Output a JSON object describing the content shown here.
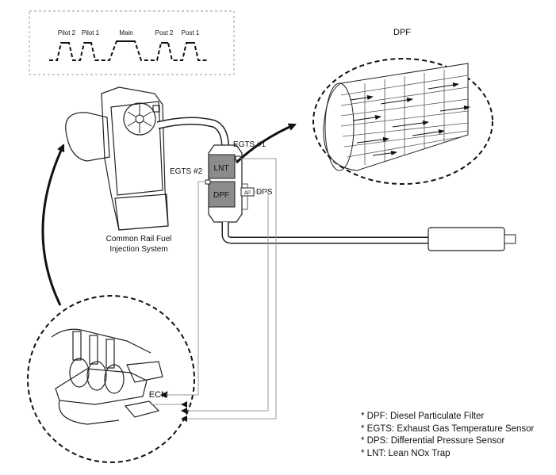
{
  "injection_pulses": [
    "Pilot 2",
    "Pilot 1",
    "Main",
    "Post 2",
    "Post 1"
  ],
  "labels": {
    "dpf_zoom": "DPF",
    "egts1": "EGTS #1",
    "egts2": "EGTS #2",
    "lnt": "LNT",
    "dpf": "DPF",
    "delta_p": "ΔP",
    "dps": "DPS",
    "engine_line1": "Common Rail Fuel",
    "engine_line2": "Injection System",
    "ecm": "ECM"
  },
  "legend": [
    "* DPF: Diesel Particulate Filter",
    "* EGTS: Exhaust Gas Temperature Sensor",
    "* DPS: Differential Pressure Sensor",
    "* LNT: Lean NOx Trap"
  ],
  "colors": {
    "catalyst_fill": "#8c8c8c",
    "line": "#222222",
    "sensor_wire": "#9a9a9a"
  }
}
